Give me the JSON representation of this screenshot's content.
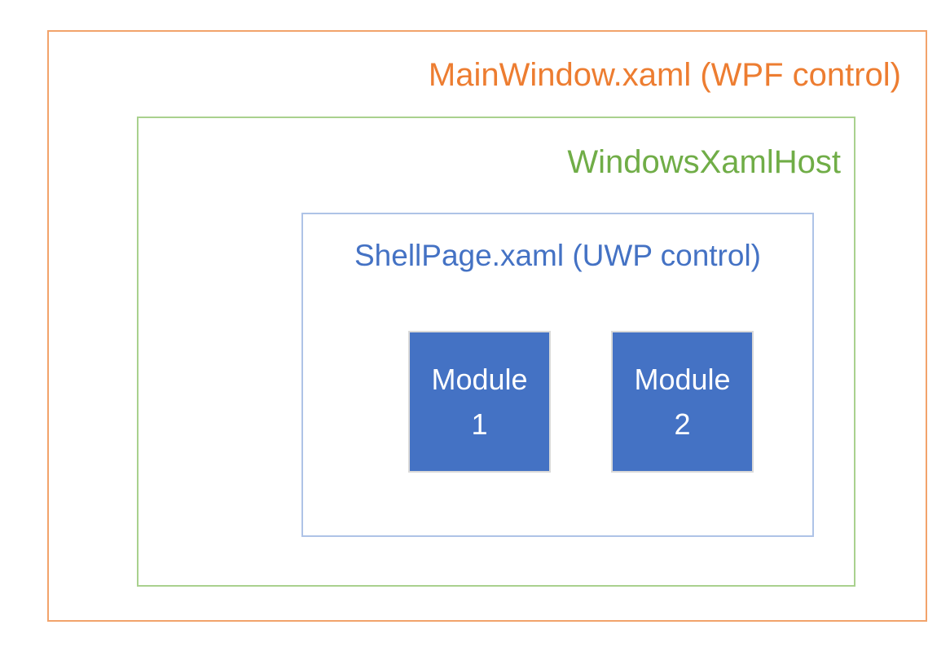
{
  "diagram": {
    "background_color": "#FFFFFF",
    "outer_box": {
      "label": "MainWindow.xaml (WPF control)",
      "text_color": "#ED7D31",
      "border_color": "#F2A36B"
    },
    "host_box": {
      "label": "WindowsXamlHost",
      "text_color": "#70AD47",
      "border_color": "#A9D18E"
    },
    "shell_box": {
      "label": "ShellPage.xaml (UWP control)",
      "text_color": "#4472C4",
      "border_color": "#AEC3E7"
    },
    "modules": [
      {
        "line1": "Module",
        "line2": "1",
        "fill_color": "#4472C4",
        "border_color": "#D9D9D9",
        "text_color": "#FFFFFF"
      },
      {
        "line1": "Module",
        "line2": "2",
        "fill_color": "#4472C4",
        "border_color": "#D9D9D9",
        "text_color": "#FFFFFF"
      }
    ]
  }
}
